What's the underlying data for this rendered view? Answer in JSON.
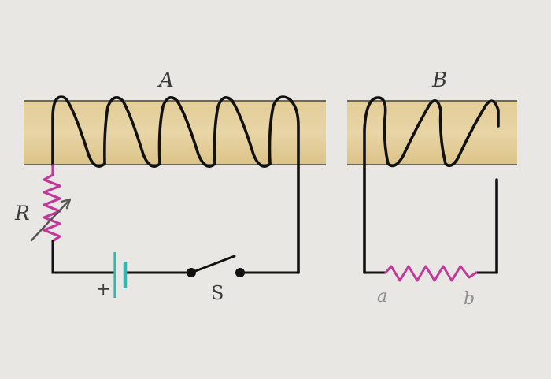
{
  "diagram": {
    "coil_a_label": "A",
    "coil_b_label": "B",
    "rheostat_label": "R",
    "switch_label": "S",
    "battery_plus": "+",
    "terminal_a": "a",
    "terminal_b": "b"
  },
  "colors": {
    "background": "#e9e7e4",
    "core": "#ddc48a",
    "wire": "#111111",
    "rheostat": "#c0399b",
    "resistor_ab": "#c0399b",
    "battery": "#2fb7b0",
    "text": "#3a3a3a"
  }
}
